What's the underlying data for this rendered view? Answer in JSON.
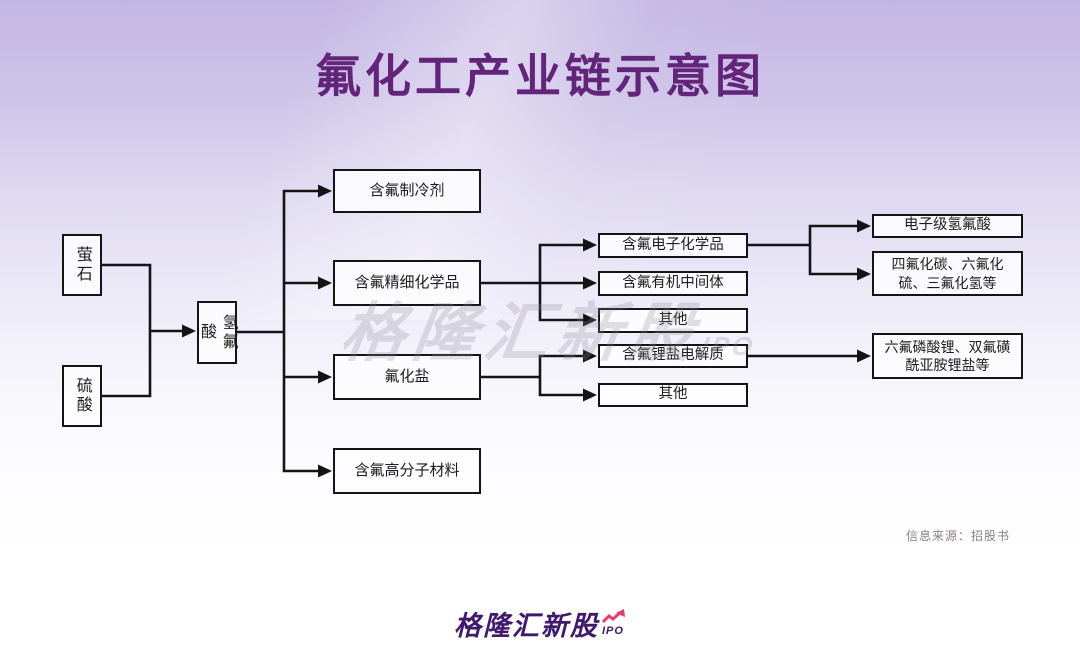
{
  "title": "氟化工产业链示意图",
  "source_note": "信息来源：招股书",
  "watermark": {
    "text": "格隆汇新股",
    "ipo": "IPO"
  },
  "footer": {
    "brand": "格隆汇新股",
    "ipo": "IPO"
  },
  "colors": {
    "title_purple": "#63257a",
    "line_black": "#141414",
    "background_top": "#c3b6e3",
    "background_bottom": "#ffffff",
    "logo_purple": "#40196e",
    "logo_pink": "#e73a6e",
    "watermark_gray": "rgba(138,136,150,0.26)"
  },
  "diagram": {
    "type": "flowchart",
    "direction": "left-to-right",
    "nodes": [
      {
        "id": "fluorite",
        "label": "萤石"
      },
      {
        "id": "sulfuric-acid",
        "label": "硫酸"
      },
      {
        "id": "hydrofluoric-acid",
        "label": "氢氟酸"
      },
      {
        "id": "refrigerants",
        "label": "含氟制冷剂"
      },
      {
        "id": "fine-chemicals",
        "label": "含氟精细化学品"
      },
      {
        "id": "fluoride-salts",
        "label": "氟化盐"
      },
      {
        "id": "fluoropolymers",
        "label": "含氟高分子材料"
      },
      {
        "id": "electronic-chemicals",
        "label": "含氟电子化学品"
      },
      {
        "id": "organic-intermediates",
        "label": "含氟有机中间体"
      },
      {
        "id": "other-fine-chemicals",
        "label": "其他"
      },
      {
        "id": "lithium-electrolytes",
        "label": "含氟锂盐电解质"
      },
      {
        "id": "other-salts",
        "label": "其他"
      },
      {
        "id": "electronic-grade-hf",
        "label": "电子级氢氟酸"
      },
      {
        "id": "fluorine-gases",
        "label": "四氟化碳、六氟化硫、三氟化氢等"
      },
      {
        "id": "lithium-salts",
        "label": "六氟磷酸锂、双氟磺酰亚胺锂盐等"
      }
    ],
    "edges": [
      {
        "from": "fluorite",
        "to": "hydrofluoric-acid"
      },
      {
        "from": "sulfuric-acid",
        "to": "hydrofluoric-acid"
      },
      {
        "from": "hydrofluoric-acid",
        "to": "refrigerants"
      },
      {
        "from": "hydrofluoric-acid",
        "to": "fine-chemicals"
      },
      {
        "from": "hydrofluoric-acid",
        "to": "fluoride-salts"
      },
      {
        "from": "hydrofluoric-acid",
        "to": "fluoropolymers"
      },
      {
        "from": "fine-chemicals",
        "to": "electronic-chemicals"
      },
      {
        "from": "fine-chemicals",
        "to": "organic-intermediates"
      },
      {
        "from": "fine-chemicals",
        "to": "other-fine-chemicals"
      },
      {
        "from": "fluoride-salts",
        "to": "lithium-electrolytes"
      },
      {
        "from": "fluoride-salts",
        "to": "other-salts"
      },
      {
        "from": "electronic-chemicals",
        "to": "electronic-grade-hf"
      },
      {
        "from": "electronic-chemicals",
        "to": "fluorine-gases"
      },
      {
        "from": "lithium-electrolytes",
        "to": "lithium-salts"
      }
    ]
  }
}
